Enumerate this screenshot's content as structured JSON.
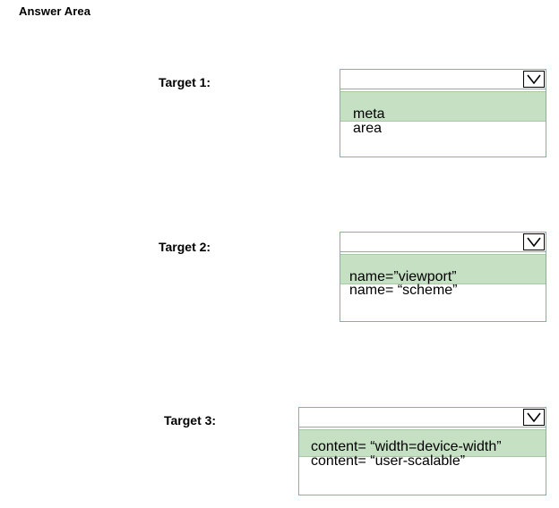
{
  "answer_area": {
    "title": "Answer Area"
  },
  "targets": [
    {
      "label": "Target 1:",
      "selected": "",
      "options": [
        "meta",
        "area"
      ]
    },
    {
      "label": "Target 2:",
      "selected": "",
      "options": [
        "name=”viewport”",
        "name= “scheme”"
      ]
    },
    {
      "label": "Target 3:",
      "selected": "",
      "options": [
        "content= “width=device-width”",
        "content= “user-scalable”"
      ]
    }
  ],
  "icons": {
    "dropdown_toggle": "chevron-down-icon"
  },
  "colors": {
    "dropdown_border": "#55c2c5",
    "highlight": "#c6e0c4"
  }
}
